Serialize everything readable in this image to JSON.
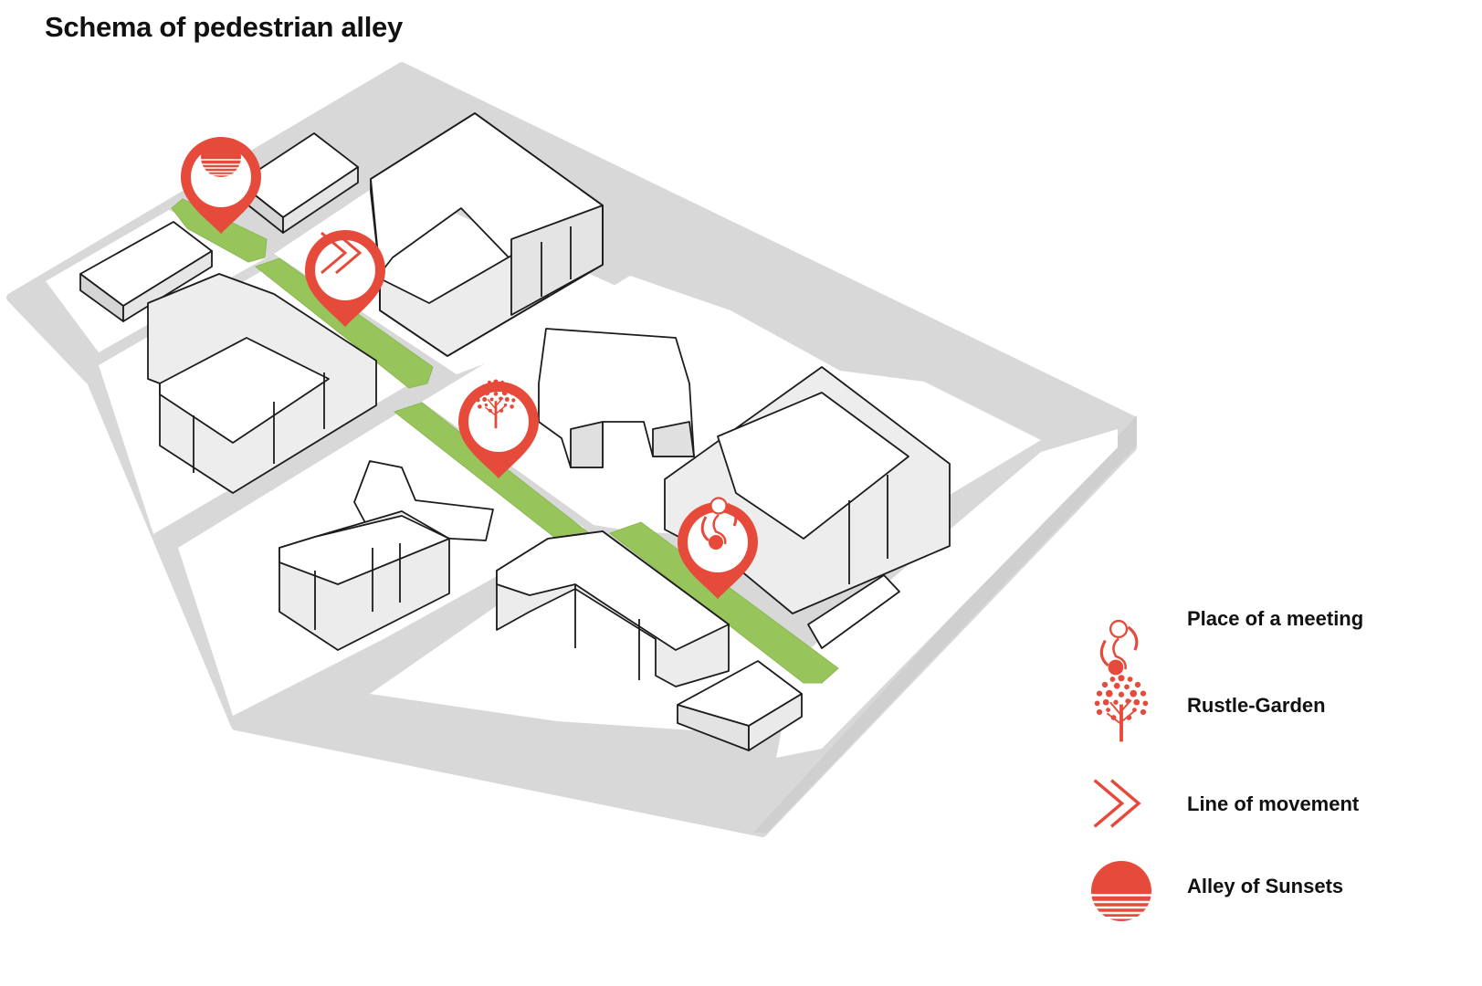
{
  "title": "Schema of pedestrian alley",
  "colors": {
    "accent": "#e64a3b",
    "alley_green": "#98c45c",
    "road": "#d8d8d8",
    "block_face": "#ffffff",
    "block_side": "#e3e3e3",
    "block_shade": "#c9c9c9",
    "outline": "#1c1c1c"
  },
  "map": {
    "markers": [
      {
        "type": "alley-of-sunsets",
        "icon": "sunset-icon"
      },
      {
        "type": "line-of-movement",
        "icon": "double-chevron-icon"
      },
      {
        "type": "rustle-garden",
        "icon": "tree-icon"
      },
      {
        "type": "place-of-a-meeting",
        "icon": "meeting-icon"
      }
    ]
  },
  "legend": {
    "items": [
      {
        "label": "Place of a meeting",
        "icon": "meeting-icon"
      },
      {
        "label": "Rustle-Garden",
        "icon": "tree-icon"
      },
      {
        "label": "Line of movement",
        "icon": "double-chevron-icon"
      },
      {
        "label": "Alley of Sunsets",
        "icon": "sunset-icon"
      }
    ]
  }
}
